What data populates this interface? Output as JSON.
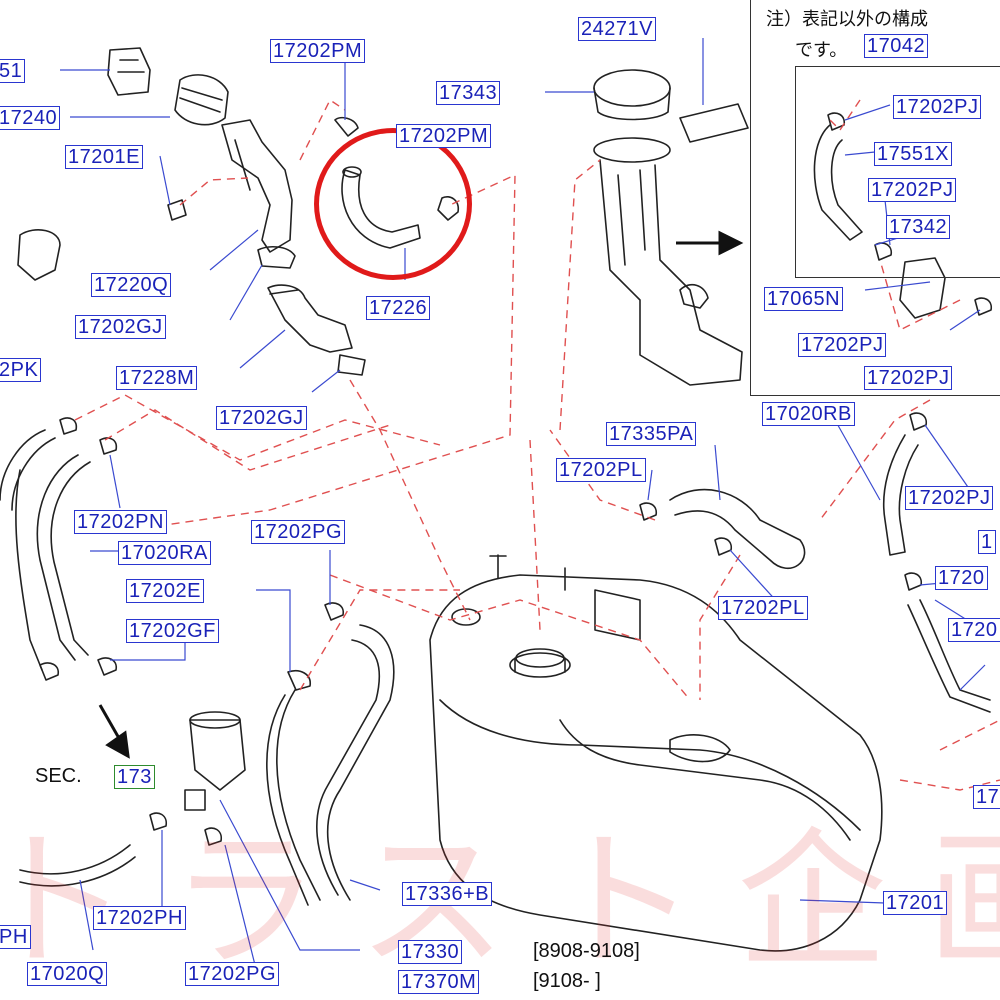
{
  "highlight_color": "#e01a1a",
  "label_color": "#1a22b8",
  "note": {
    "line1": "注）表記以外の構成",
    "line2_prefix": "です。",
    "line2_code": "17042"
  },
  "parts": {
    "p24271V": "24271V",
    "p17202PM_a": "17202PM",
    "p17202PM_b": "17202PM",
    "p17343": "17343",
    "p51": "51",
    "p17240": "17240",
    "p17201E": "17201E",
    "p17226": "17226",
    "p17220Q": "17220Q",
    "p17202GJ_a": "17202GJ",
    "p2PK": "2PK",
    "p17228M": "17228M",
    "p17202GJ_b": "17202GJ",
    "p17202PN": "17202PN",
    "p17020RA": "17020RA",
    "p17202PG_a": "17202PG",
    "p17202E": "17202E",
    "p17202GF": "17202GF",
    "p173": "173",
    "p17202PH": "17202PH",
    "pPH": "PH",
    "p17020Q": "17020Q",
    "p17202PG_b": "17202PG",
    "p17336B": "17336+B",
    "p17330": "17330",
    "p17370M": "17370M",
    "p17335PA": "17335PA",
    "p17202PL_a": "17202PL",
    "p17202PL_b": "17202PL",
    "p17201": "17201",
    "p17202PJ_a": "17202PJ",
    "p17551X": "17551X",
    "p17202PJ_b": "17202PJ",
    "p17342": "17342",
    "p17065N": "17065N",
    "p17202PJ_c": "17202PJ",
    "p17202PJ_d": "17202PJ",
    "p17020RB": "17020RB",
    "p17202PJ_e": "17202PJ",
    "p1720_a": "1720",
    "p1720_b": "1720",
    "p1_a": "1",
    "p17_a": "17"
  },
  "sec_label": "SEC.",
  "date_range_1": "[8908-9108]",
  "date_range_2": "[9108-          ]",
  "watermark": "トラスト企画"
}
